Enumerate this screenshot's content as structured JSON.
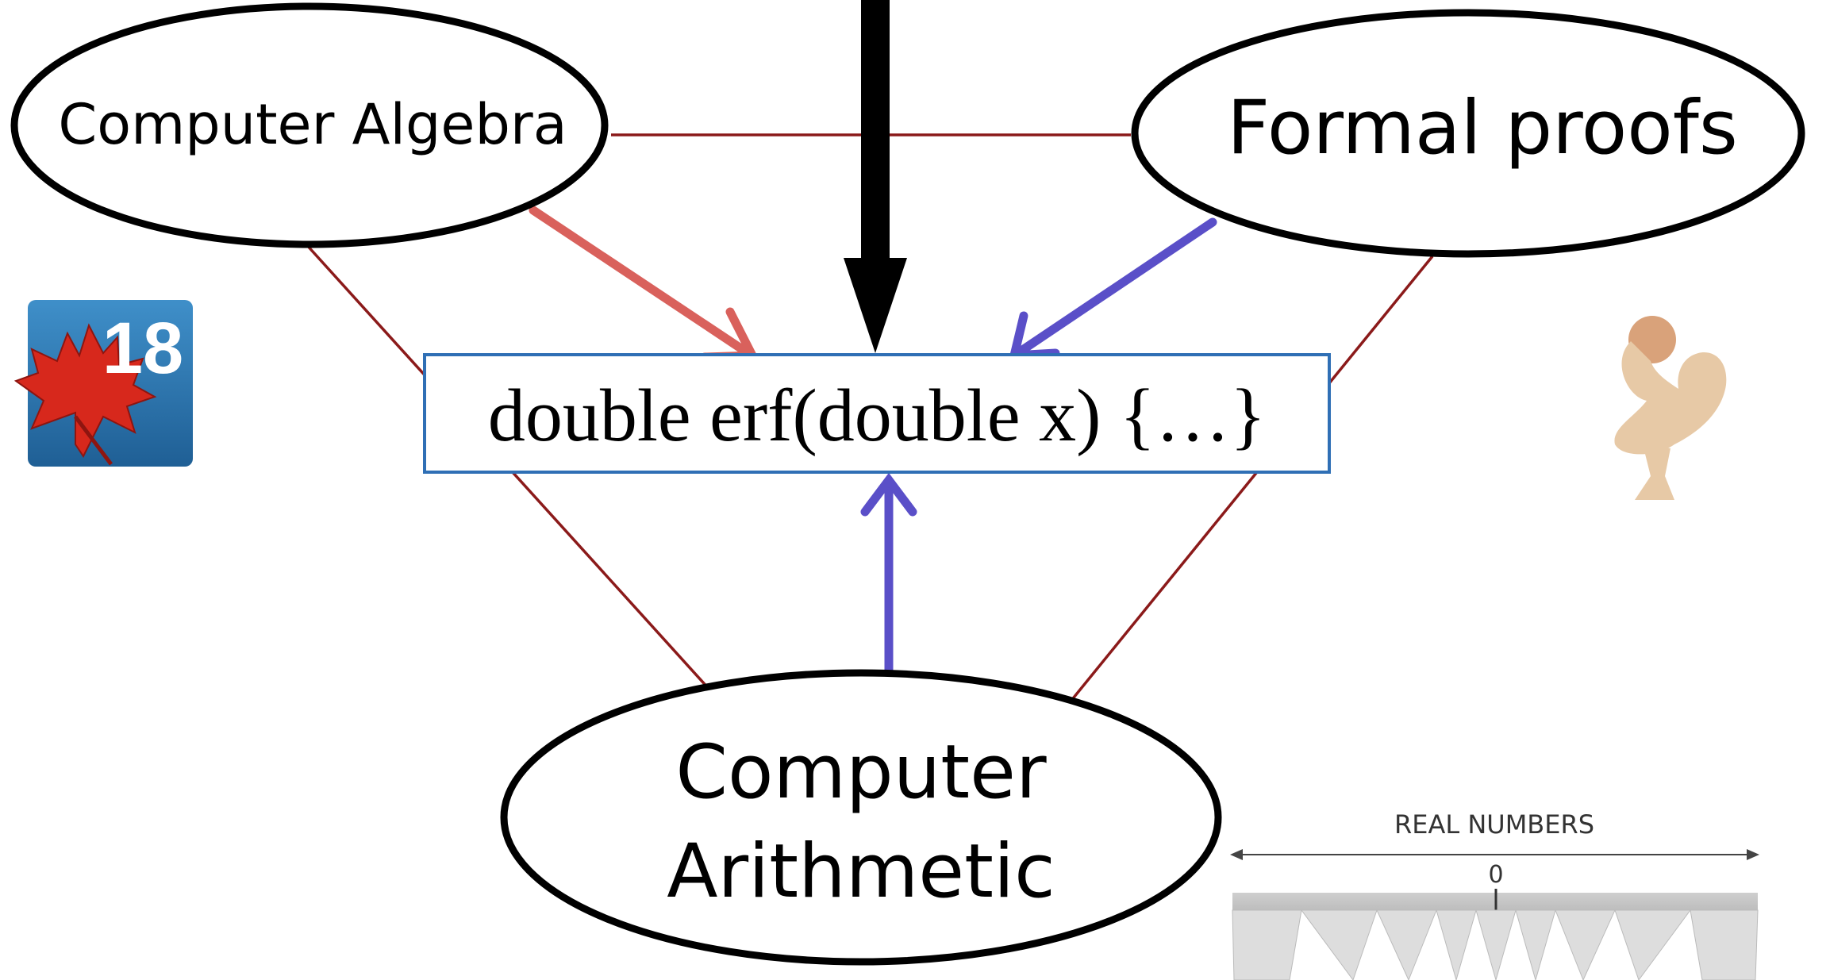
{
  "nodes": {
    "computer_algebra": "Computer Algebra",
    "formal_proofs": "Formal proofs",
    "computer_arithmetic_line1": "Computer",
    "computer_arithmetic_line2": "Arithmetic"
  },
  "center_box": {
    "code": "double erf(double x) {…}"
  },
  "logos": {
    "maple": {
      "icon": "maple-leaf-icon",
      "badge": "18"
    },
    "coq": {
      "icon": "rooster-icon"
    }
  },
  "number_line": {
    "label": "REAL NUMBERS",
    "zero": "0"
  },
  "colors": {
    "link_line": "#8b1a1a",
    "arrow_red": "#d9615c",
    "arrow_blue": "#5a4fc8",
    "arrow_black": "#000000",
    "box_border": "#2f6fb5"
  }
}
